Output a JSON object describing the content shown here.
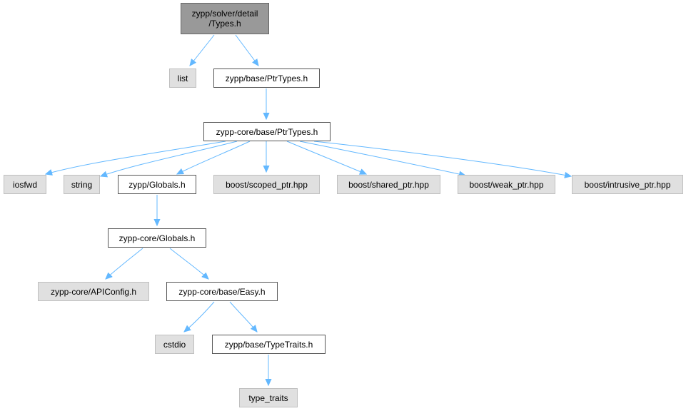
{
  "colors": {
    "edge": "#63b8ff",
    "root_fill": "#999999",
    "external_fill": "#e0e0e0",
    "documented_fill": "#ffffff"
  },
  "nodes": {
    "types_h": {
      "line1": "zypp/solver/detail",
      "line2": "/Types.h"
    },
    "list": "list",
    "base_ptrtypes": "zypp/base/PtrTypes.h",
    "core_ptrtypes": "zypp-core/base/PtrTypes.h",
    "iosfwd": "iosfwd",
    "string": "string",
    "globals": "zypp/Globals.h",
    "scoped_ptr": "boost/scoped_ptr.hpp",
    "shared_ptr": "boost/shared_ptr.hpp",
    "weak_ptr": "boost/weak_ptr.hpp",
    "intrusive_ptr": "boost/intrusive_ptr.hpp",
    "core_globals": "zypp-core/Globals.h",
    "apiconfig": "zypp-core/APIConfig.h",
    "easy": "zypp-core/base/Easy.h",
    "cstdio": "cstdio",
    "typetraits": "zypp/base/TypeTraits.h",
    "type_traits": "type_traits"
  }
}
